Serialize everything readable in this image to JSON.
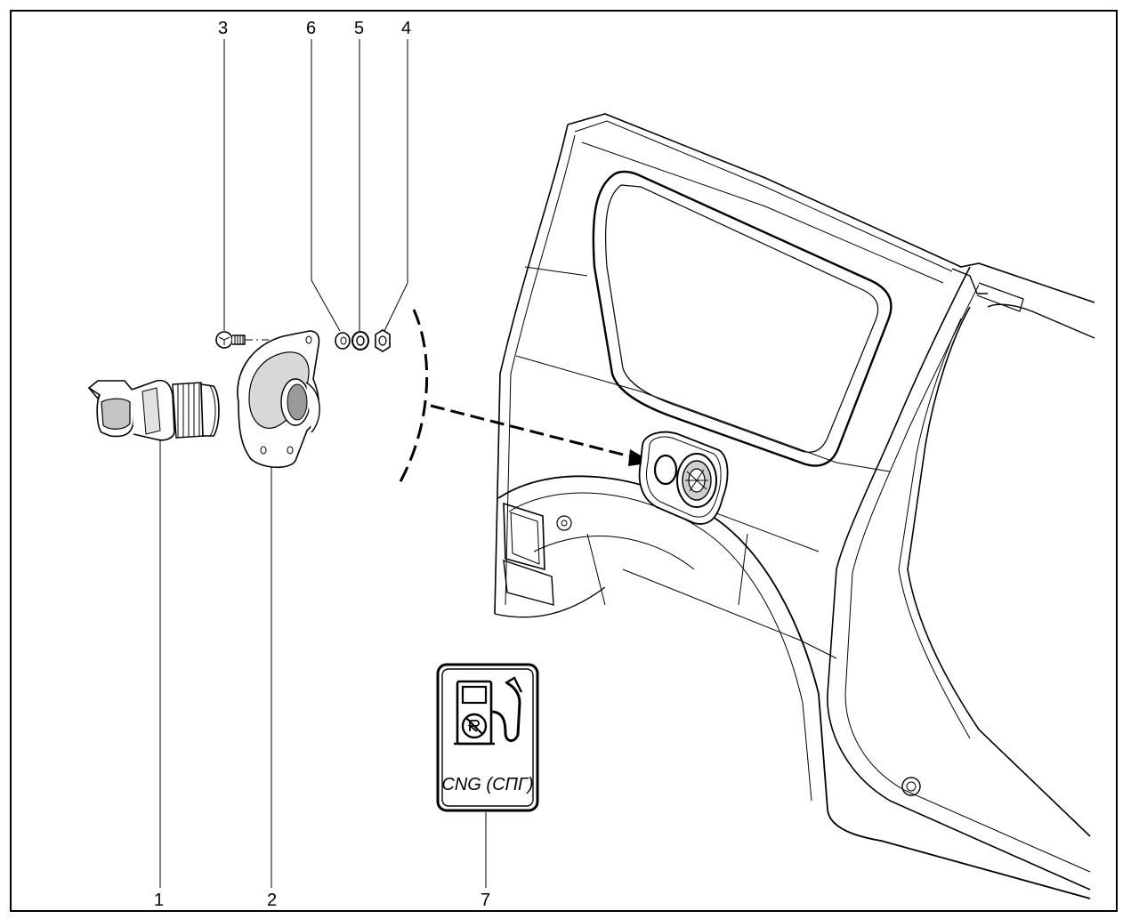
{
  "callouts": {
    "c1": "1",
    "c2": "2",
    "c3": "3",
    "c4": "4",
    "c5": "5",
    "c6": "6",
    "c7": "7"
  },
  "sign": {
    "text": "CNG (СПГ)",
    "icon": "fuel-pump-icon"
  },
  "colors": {
    "line": "#000000",
    "background": "#ffffff",
    "shading": "#b0b0b0"
  }
}
